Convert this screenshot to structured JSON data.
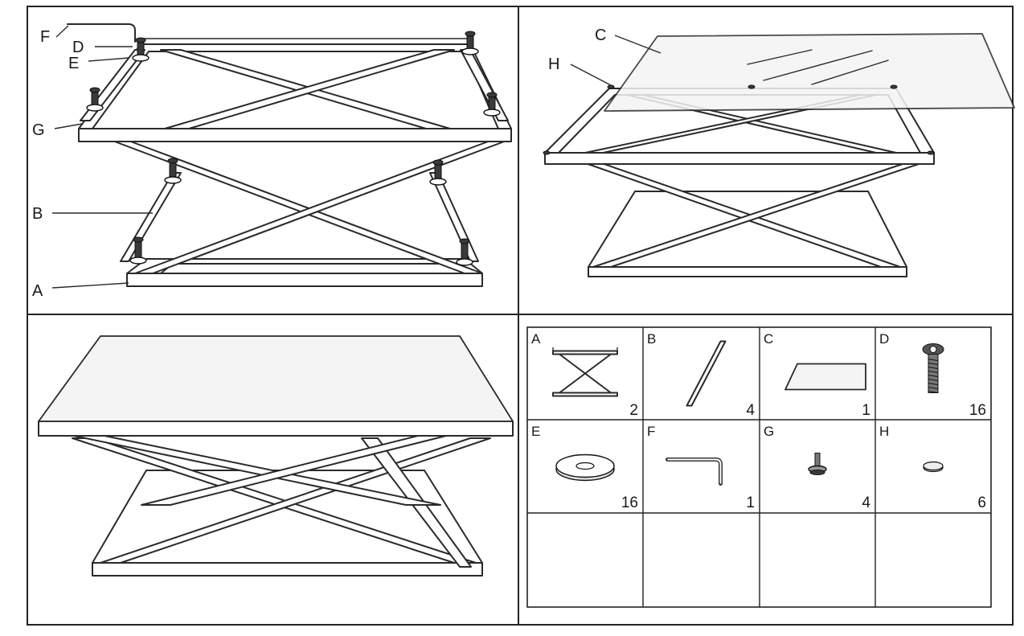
{
  "steps": {
    "step1": {
      "callouts": [
        "F",
        "D",
        "E",
        "G",
        "B",
        "A"
      ]
    },
    "step2": {
      "callouts": [
        "C",
        "H"
      ]
    }
  },
  "parts": [
    {
      "letter": "A",
      "qty": "2",
      "icon": "x-frame-icon"
    },
    {
      "letter": "B",
      "qty": "4",
      "icon": "bar-icon"
    },
    {
      "letter": "C",
      "qty": "1",
      "icon": "glass-top-icon"
    },
    {
      "letter": "D",
      "qty": "16",
      "icon": "bolt-icon"
    },
    {
      "letter": "E",
      "qty": "16",
      "icon": "washer-icon"
    },
    {
      "letter": "F",
      "qty": "1",
      "icon": "allen-key-icon"
    },
    {
      "letter": "G",
      "qty": "4",
      "icon": "leveling-screw-icon"
    },
    {
      "letter": "H",
      "qty": "6",
      "icon": "bumper-pad-icon"
    }
  ]
}
